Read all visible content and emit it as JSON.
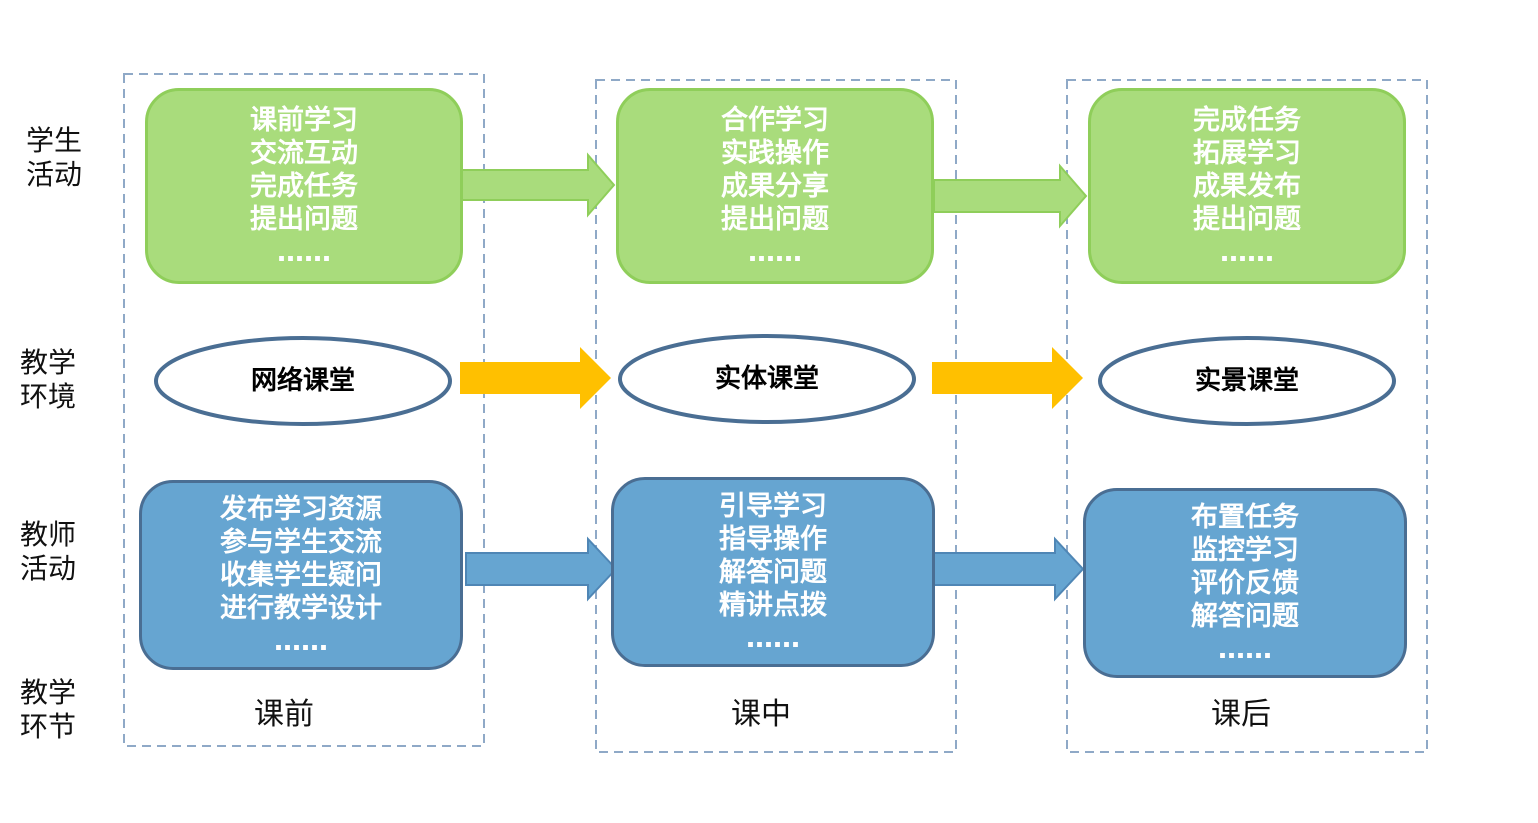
{
  "row_labels": {
    "student": "学生\n活动",
    "environment": "教学\n环境",
    "teacher": "教师\n活动",
    "stage": "教学\n环节"
  },
  "stages": [
    "课前",
    "课中",
    "课后"
  ],
  "student_activities": [
    [
      "课前学习",
      "交流互动",
      "完成任务",
      "提出问题",
      "……"
    ],
    [
      "合作学习",
      "实践操作",
      "成果分享",
      "提出问题",
      "……"
    ],
    [
      "完成任务",
      "拓展学习",
      "成果发布",
      "提出问题",
      "……"
    ]
  ],
  "environments": [
    "网络课堂",
    "实体课堂",
    "实景课堂"
  ],
  "teacher_activities": [
    [
      "发布学习资源",
      "参与学生交流",
      "收集学生疑问",
      "进行教学设计",
      "……"
    ],
    [
      "引导学习",
      "指导操作",
      "解答问题",
      "精讲点拨",
      "……"
    ],
    [
      "布置任务",
      "监控学习",
      "评价反馈",
      "解答问题",
      "……"
    ]
  ],
  "colors": {
    "student_fill": "#a9dc7c",
    "student_border": "#8fce5a",
    "teacher_fill": "#66a5d1",
    "teacher_border": "#4a6e93",
    "environment_arrow": "#ffc000",
    "ellipse_border": "#4a6e93",
    "dashed_frame": "#8fa9c7"
  }
}
